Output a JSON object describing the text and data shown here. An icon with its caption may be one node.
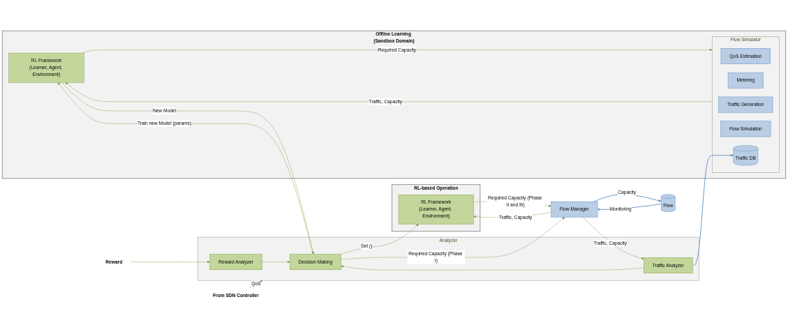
{
  "diagram": {
    "nodes": [
      {
        "text": [
          "Offline Learning (Sandbox Domain)"
        ]
      },
      {
        "text": [
          "RL Framework",
          "(Learner, Agent, Environment)"
        ],
        "in": 0
      },
      {
        "text": [
          "Flow Simulator"
        ],
        "in": 0
      },
      {
        "text": [
          "QoS Estimation"
        ],
        "in": 2
      },
      {
        "text": [
          "Metering"
        ],
        "in": 2
      },
      {
        "text": [
          "Traffic Generation"
        ],
        "in": 2
      },
      {
        "text": [
          "Flow Simulation"
        ],
        "in": 2
      },
      {
        "text": [
          "Traffic DB"
        ],
        "in": 2
      },
      {
        "text": [
          "Analyzer"
        ]
      },
      {
        "text": [
          "Decision Making"
        ],
        "in": 8
      },
      {
        "text": [
          "Traffic Analyzer"
        ],
        "in": 8
      },
      {
        "text": [
          "Reward Analyzer"
        ],
        "in": 8
      },
      {
        "text": [
          "From SDN Controller"
        ]
      },
      {
        "text": [
          "Reward"
        ]
      },
      {
        "text": [
          "RL-based Operation"
        ]
      },
      {
        "text": [
          "RL Framework",
          "(Learner, Agent, Environment)"
        ],
        "in": 14
      },
      {
        "text": [
          "Flow Manager"
        ]
      },
      {
        "text": [
          "Flow"
        ]
      }
    ],
    "edges": [
      {
        "from": 9,
        "to": 1,
        "arrow": "to",
        "label": "Train new Model (params)"
      },
      {
        "from": 1,
        "to": 9,
        "arrow": "to",
        "label": "New Model"
      },
      {
        "from": 2,
        "to": 1,
        "arrow": "to",
        "label": "Traffic, Capacity"
      },
      {
        "from": 1,
        "to": 2,
        "arrow": "to",
        "label": "Required Capacity"
      },
      {
        "from": 12,
        "to": 8,
        "arrow": "to",
        "label": "QoS"
      },
      {
        "from": 10,
        "to": 9,
        "arrow": "to"
      },
      {
        "from": 11,
        "to": 9,
        "arrow": "to"
      },
      {
        "from": 13,
        "to": 11,
        "arrow": "to"
      },
      {
        "from": 10,
        "to": 7,
        "arrow": "to",
        "color": "#4f81bd"
      },
      {
        "from": 9,
        "to": 15,
        "arrow": "to",
        "label": "Set ()"
      },
      {
        "from": 9,
        "to": 16,
        "arrow": "to",
        "label": "Required Capacity (Phase I)"
      },
      {
        "from": 16,
        "to": 10,
        "arrow": "to",
        "label": "Traffic, Capacity"
      },
      {
        "from": 16,
        "to": 15,
        "arrow": "to",
        "label": "Traffic, Capacity"
      },
      {
        "from": 15,
        "to": 16,
        "arrow": "to",
        "label": "Required Capacity (Phase II and III)"
      },
      {
        "from": 17,
        "to": 16,
        "arrow": "to",
        "label": "Monitoring",
        "color": "#4f81bd"
      },
      {
        "from": 16,
        "to": 17,
        "arrow": "to",
        "label": "Capacity",
        "color": "#4f81bd"
      }
    ]
  }
}
